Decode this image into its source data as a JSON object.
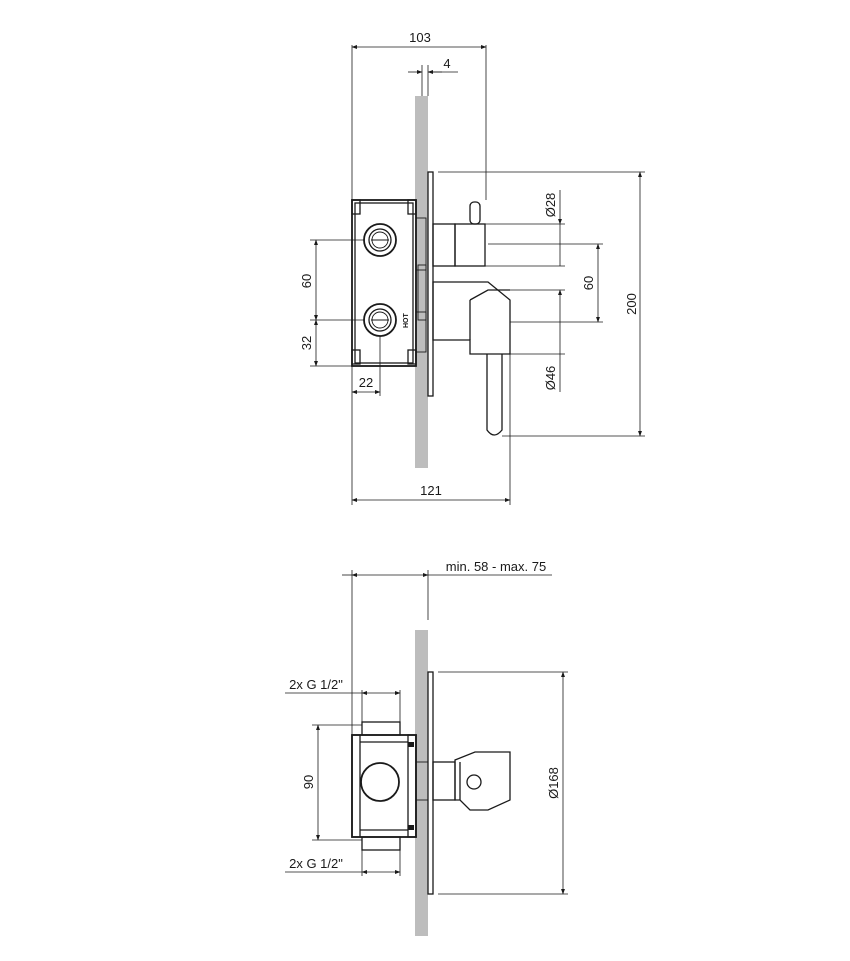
{
  "top_view": {
    "dim_overall_depth": "103",
    "dim_plate_thickness": "4",
    "dim_handle_diameter": "28",
    "dim_body_spacing": "60",
    "dim_height": "200",
    "dim_lever_diameter": "46",
    "dim_outlet_spacing": "60",
    "dim_outlet_offset": "32",
    "dim_outlet_inset": "22",
    "dim_total_depth": "121",
    "diameter_prefix": "Ø",
    "stamp": "HOT"
  },
  "bottom_view": {
    "dim_install_range": "min. 58 - max. 75",
    "dim_thread_top": "2x G 1/2\"",
    "dim_thread_bottom": "2x G 1/2\"",
    "dim_spacing": "90",
    "dim_plate_diameter": "168"
  }
}
